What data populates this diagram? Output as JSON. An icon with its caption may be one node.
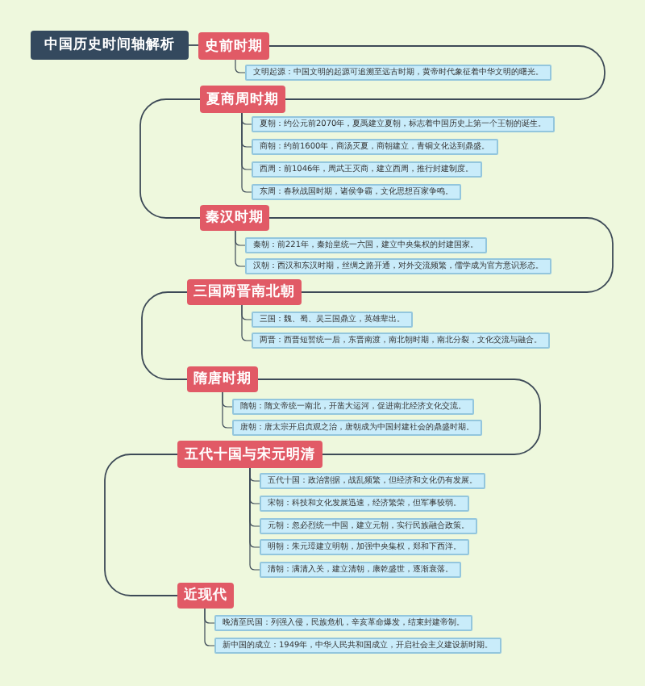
{
  "diagram": {
    "nodes": [
      {
        "text": [
          "中国历史时间轴解析"
        ]
      },
      {
        "text": [
          "史前时期"
        ]
      },
      {
        "text": [
          "文明起源：中国文明的起源可追溯至远古时期，黄帝时代象征着中华文明的曙光。"
        ]
      },
      {
        "text": [
          "夏商周时期"
        ]
      },
      {
        "text": [
          "夏朝：约公元前2070年，夏禹建立夏朝，标志着中国历史上第一个王朝的诞生。"
        ]
      },
      {
        "text": [
          "商朝：约前1600年，商汤灭夏，商朝建立，青铜文化达到鼎盛。"
        ]
      },
      {
        "text": [
          "西周：前1046年，周武王灭商，建立西周，推行封建制度。"
        ]
      },
      {
        "text": [
          "东周：春秋战国时期，诸侯争霸，文化思想百家争鸣。"
        ]
      },
      {
        "text": [
          "秦汉时期"
        ]
      },
      {
        "text": [
          "秦朝：前221年，秦始皇统一六国，建立中央集权的封建国家。"
        ]
      },
      {
        "text": [
          "汉朝：西汉和东汉时期，丝绸之路开通，对外交流频繁，儒学成为官方意识形态。"
        ]
      },
      {
        "text": [
          "三国两晋南北朝"
        ]
      },
      {
        "text": [
          "三国：魏、蜀、吴三国鼎立，英雄辈出。"
        ]
      },
      {
        "text": [
          "两晋：西晋短暂统一后，东晋南渡，南北朝时期，南北分裂，文化交流与融合。"
        ]
      },
      {
        "text": [
          "隋唐时期"
        ]
      },
      {
        "text": [
          "隋朝：隋文帝统一南北，开凿大运河，促进南北经济文化交流。"
        ]
      },
      {
        "text": [
          "唐朝：唐太宗开启贞观之治，唐朝成为中国封建社会的鼎盛时期。"
        ]
      },
      {
        "text": [
          "五代十国与宋元明清"
        ]
      },
      {
        "text": [
          "五代十国：政治割据，战乱频繁，但经济和文化仍有发展。"
        ]
      },
      {
        "text": [
          "宋朝：科技和文化发展迅速，经济繁荣，但军事较弱。"
        ]
      },
      {
        "text": [
          "元朝：忽必烈统一中国，建立元朝，实行民族融合政策。"
        ]
      },
      {
        "text": [
          "明朝：朱元璋建立明朝，加强中央集权，郑和下西洋。"
        ]
      },
      {
        "text": [
          "清朝：满清入关，建立清朝，康乾盛世，逐渐衰落。"
        ]
      },
      {
        "text": [
          "近现代"
        ]
      },
      {
        "text": [
          "晚清至民国：列强入侵，民族危机，辛亥革命爆发，结束封建帝制。"
        ]
      },
      {
        "text": [
          "新中国的成立：1949年，中华人民共和国成立，开启社会主义建设新时期。"
        ]
      }
    ],
    "edges": [
      {
        "from": 0,
        "to": 1,
        "arrow": "none"
      },
      {
        "from": 1,
        "to": 2,
        "arrow": "none"
      },
      {
        "from": 1,
        "to": 3,
        "arrow": "none"
      },
      {
        "from": 3,
        "to": 4,
        "arrow": "none"
      },
      {
        "from": 3,
        "to": 5,
        "arrow": "none"
      },
      {
        "from": 3,
        "to": 6,
        "arrow": "none"
      },
      {
        "from": 3,
        "to": 7,
        "arrow": "none"
      },
      {
        "from": 3,
        "to": 8,
        "arrow": "none"
      },
      {
        "from": 8,
        "to": 9,
        "arrow": "none"
      },
      {
        "from": 8,
        "to": 10,
        "arrow": "none"
      },
      {
        "from": 8,
        "to": 11,
        "arrow": "none"
      },
      {
        "from": 11,
        "to": 12,
        "arrow": "none"
      },
      {
        "from": 11,
        "to": 13,
        "arrow": "none"
      },
      {
        "from": 11,
        "to": 14,
        "arrow": "none"
      },
      {
        "from": 14,
        "to": 15,
        "arrow": "none"
      },
      {
        "from": 14,
        "to": 16,
        "arrow": "none"
      },
      {
        "from": 14,
        "to": 17,
        "arrow": "none"
      },
      {
        "from": 17,
        "to": 18,
        "arrow": "none"
      },
      {
        "from": 17,
        "to": 19,
        "arrow": "none"
      },
      {
        "from": 17,
        "to": 20,
        "arrow": "none"
      },
      {
        "from": 17,
        "to": 21,
        "arrow": "none"
      },
      {
        "from": 17,
        "to": 22,
        "arrow": "none"
      },
      {
        "from": 17,
        "to": 23,
        "arrow": "none"
      },
      {
        "from": 23,
        "to": 24,
        "arrow": "none"
      },
      {
        "from": 23,
        "to": 25,
        "arrow": "none"
      }
    ]
  }
}
